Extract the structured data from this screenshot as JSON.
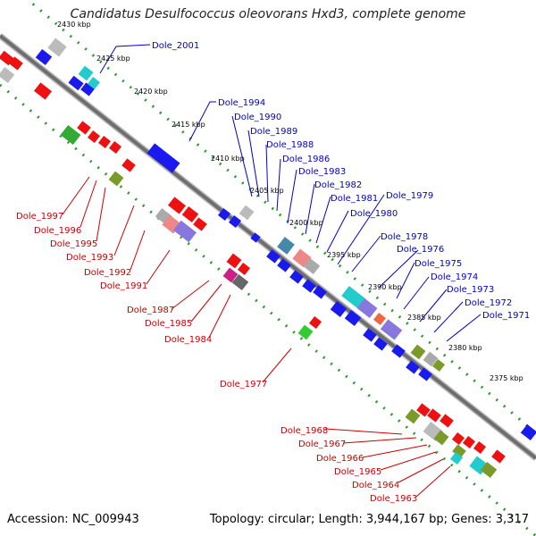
{
  "title": "Candidatus Desulfococcus oleovorans Hxd3, complete genome",
  "accession": "Accession: NC_009943",
  "summary": "Topology: circular; Length: 3,944,167 bp; Genes: 3,317",
  "colors": {
    "forward": "#0000ee",
    "reverse": "#ee0000",
    "backbone": "#808080",
    "gc_ticks": "#2a9a2a",
    "label_forward": "#0000cc",
    "label_reverse": "#cc0000"
  },
  "kbp_labels": [
    "2430 kbp",
    "2425 kbp",
    "2420 kbp",
    "2415 kbp",
    "2410 kbp",
    "2405 kbp",
    "2400 kbp",
    "2395 kbp",
    "2390 kbp",
    "2385 kbp",
    "2380 kbp",
    "2375 kbp"
  ],
  "forward_labels": [
    "Dole_2001",
    "Dole_1994",
    "Dole_1990",
    "Dole_1989",
    "Dole_1988",
    "Dole_1986",
    "Dole_1983",
    "Dole_1982",
    "Dole_1981",
    "Dole_1980",
    "Dole_1979",
    "Dole_1978",
    "Dole_1976",
    "Dole_1975",
    "Dole_1974",
    "Dole_1973",
    "Dole_1972",
    "Dole_1971"
  ],
  "reverse_labels": [
    "Dole_1997",
    "Dole_1996",
    "Dole_1995",
    "Dole_1993",
    "Dole_1992",
    "Dole_1991",
    "Dole_1987",
    "Dole_1985",
    "Dole_1984",
    "Dole_1977",
    "Dole_1968",
    "Dole_1967",
    "Dole_1966",
    "Dole_1965",
    "Dole_1964",
    "Dole_1963"
  ]
}
